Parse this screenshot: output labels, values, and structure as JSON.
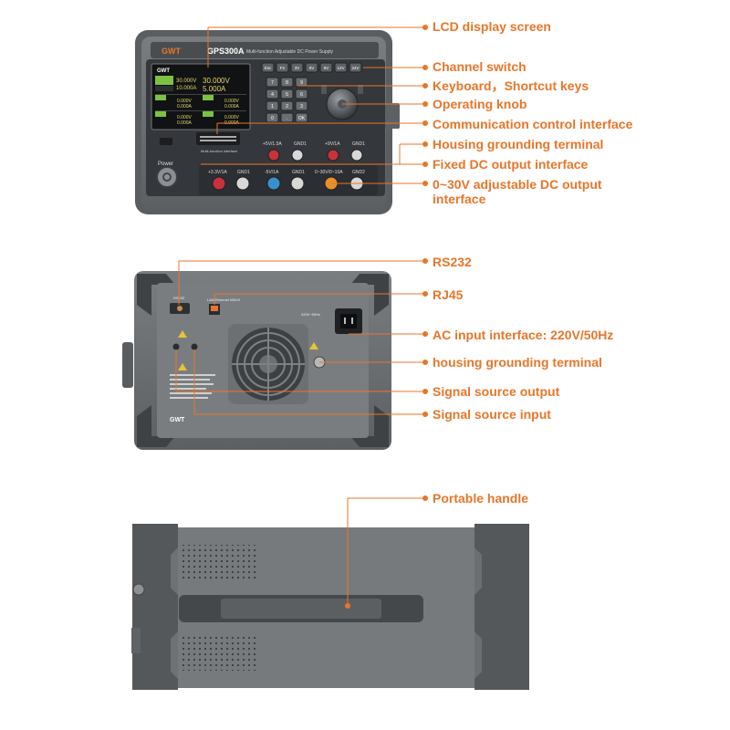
{
  "front_panel": {
    "brand": "GWT",
    "model": "GPS300A",
    "subtitle": "Multi-function Adjustable DC Power Supply",
    "lcd": {
      "brand": "GWT",
      "ch1_voltage": "30.000V",
      "ch1_current": "10.000A",
      "ch1_set_voltage": "30.000V",
      "ch1_set_current": "5.000A",
      "row2_left_v": "0.000V",
      "row2_left_a": "0.000A",
      "row2_right_v": "0.000V",
      "row2_right_a": "0.000A",
      "row3_left_v": "0.000V",
      "row3_left_a": "0.000A",
      "row3_right_v": "0.000V",
      "row3_right_a": "0.000A"
    },
    "shortcut_keys": [
      "Esc",
      "Fn",
      "3V",
      "5V",
      "9V",
      "12V",
      "24V"
    ],
    "keypad": [
      "7",
      "8",
      "9",
      "4",
      "5",
      "6",
      "1",
      "2",
      "3",
      "0",
      ".",
      "OK"
    ],
    "comm_label": "Multi-function interface",
    "power_label": "Power",
    "fixed_top": [
      "+5V/1.5A",
      "GND1",
      "+9V/1A",
      "GND1"
    ],
    "fixed_bottom": [
      "+3.3V/1A",
      "GND1",
      "-5V/1A",
      "GND1",
      "0~30V/0~10A",
      "GND2"
    ]
  },
  "back_panel": {
    "rs232_label": "RS232",
    "rj45_label": "LAN Ethernet MDI/X",
    "ac_spec": "220V~50Hz",
    "brand": "GWT"
  },
  "callouts": {
    "lcd": "LCD display screen",
    "channel": "Channel switch",
    "keyboard": "Keyboard，Shortcut keys",
    "knob": "Operating knob",
    "comm": "Communication control interface",
    "housing_gnd": "Housing grounding terminal",
    "fixed_dc": "Fixed DC output interface",
    "adjustable": "0~30V adjustable DC output interface",
    "rs232": "RS232",
    "rj45": "RJ45",
    "ac": "AC input interface: 220V/50Hz",
    "housing_gnd2": "housing grounding terminal",
    "sig_out": "Signal source output",
    "sig_in": "Signal source input",
    "handle": "Portable handle"
  },
  "colors": {
    "accent": "#e8762a",
    "housing": "#6f7275",
    "housing_dark": "#55585b",
    "panel": "#3b3e42",
    "red": "#c8323a",
    "blue": "#3b8fcf",
    "orange": "#e8902a"
  }
}
